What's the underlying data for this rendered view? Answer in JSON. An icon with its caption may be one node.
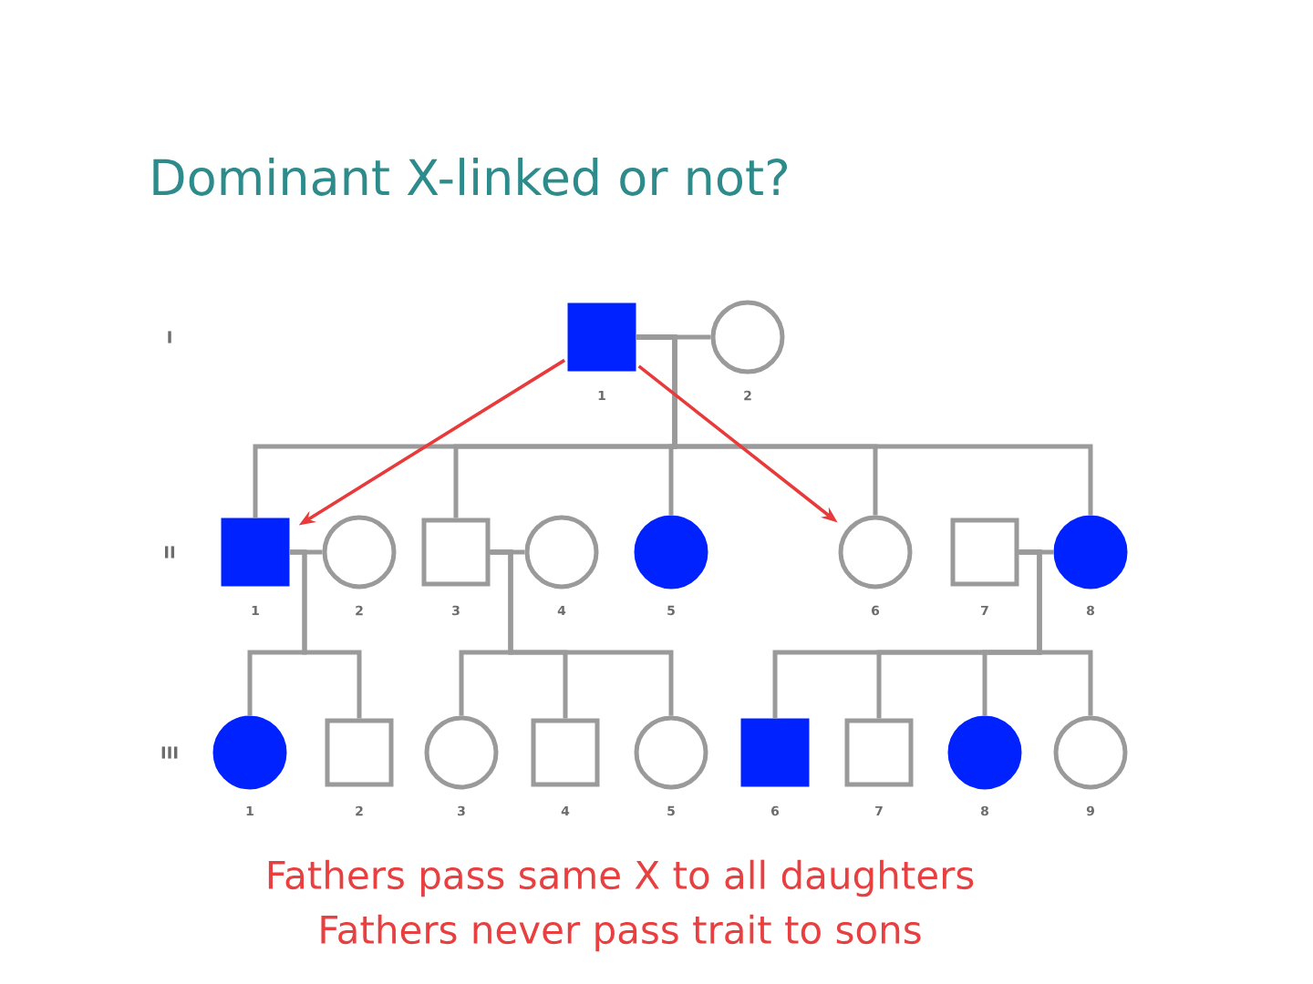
{
  "diagram": {
    "title": "Dominant X-linked or not?",
    "nodes": [
      {
        "text": [],
        "shape": "box",
        "beside": [
          "1"
        ]
      },
      {
        "text": [],
        "shape": "circle",
        "beside": [
          "2"
        ]
      },
      {
        "text": [],
        "shape": "box",
        "beside": [
          "1"
        ]
      },
      {
        "text": [],
        "shape": "circle",
        "beside": [
          "2"
        ]
      },
      {
        "text": [],
        "shape": "box",
        "beside": [
          "3"
        ]
      },
      {
        "text": [],
        "shape": "circle",
        "beside": [
          "4"
        ]
      },
      {
        "text": [],
        "shape": "circle",
        "beside": [
          "5"
        ]
      },
      {
        "text": [],
        "shape": "circle",
        "beside": [
          "6"
        ]
      },
      {
        "text": [],
        "shape": "box",
        "beside": [
          "7"
        ]
      },
      {
        "text": [],
        "shape": "circle",
        "beside": [
          "8"
        ]
      },
      {
        "text": [],
        "shape": "circle",
        "beside": [
          "1"
        ]
      },
      {
        "text": [],
        "shape": "box",
        "beside": [
          "2"
        ]
      },
      {
        "text": [],
        "shape": "circle",
        "beside": [
          "3"
        ]
      },
      {
        "text": [],
        "shape": "box",
        "beside": [
          "4"
        ]
      },
      {
        "text": [],
        "shape": "circle",
        "beside": [
          "5"
        ]
      },
      {
        "text": [],
        "shape": "box",
        "beside": [
          "6"
        ]
      },
      {
        "text": [],
        "shape": "box",
        "beside": [
          "7"
        ]
      },
      {
        "text": [],
        "shape": "circle",
        "beside": [
          "8"
        ]
      },
      {
        "text": [],
        "shape": "circle",
        "beside": [
          "9"
        ]
      }
    ],
    "edges": [
      {
        "from": 0,
        "to": 1,
        "arrow": "none"
      },
      {
        "from": 0,
        "to": 2,
        "arrow": "none"
      },
      {
        "from": 0,
        "to": 4,
        "arrow": "none"
      },
      {
        "from": 0,
        "to": 6,
        "arrow": "none"
      },
      {
        "from": 0,
        "to": 7,
        "arrow": "none"
      },
      {
        "from": 0,
        "to": 9,
        "arrow": "none"
      },
      {
        "from": 2,
        "to": 3,
        "arrow": "none"
      },
      {
        "from": 4,
        "to": 5,
        "arrow": "none"
      },
      {
        "from": 8,
        "to": 9,
        "arrow": "none"
      },
      {
        "from": 2,
        "to": 10,
        "arrow": "none"
      },
      {
        "from": 2,
        "to": 11,
        "arrow": "none"
      },
      {
        "from": 4,
        "to": 12,
        "arrow": "none"
      },
      {
        "from": 4,
        "to": 13,
        "arrow": "none"
      },
      {
        "from": 4,
        "to": 14,
        "arrow": "none"
      },
      {
        "from": 8,
        "to": 15,
        "arrow": "none"
      },
      {
        "from": 8,
        "to": 16,
        "arrow": "none"
      },
      {
        "from": 8,
        "to": 17,
        "arrow": "none"
      },
      {
        "from": 8,
        "to": 18,
        "arrow": "none"
      },
      {
        "from": 0,
        "to": 2,
        "arrow": "to",
        "color": "#e83a3a"
      },
      {
        "from": 0,
        "to": 7,
        "arrow": "to",
        "color": "#e83a3a"
      }
    ],
    "labels": [
      "I",
      "II",
      "III",
      "Fathers pass same X to all daughters",
      "Fathers never pass trait to sons"
    ]
  }
}
